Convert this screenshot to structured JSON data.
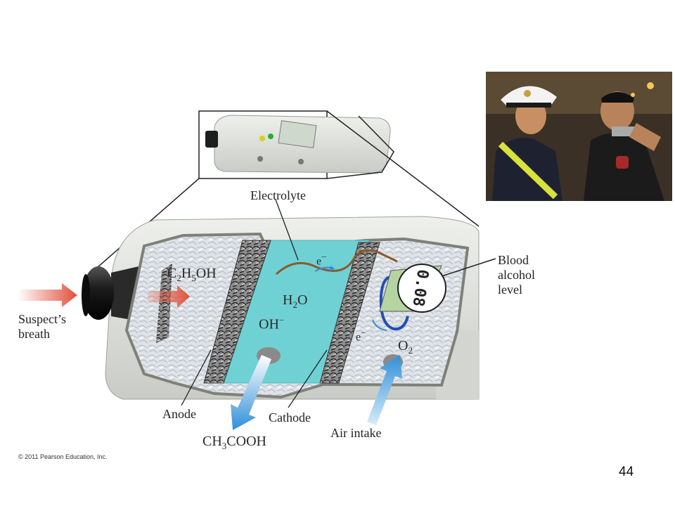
{
  "labels": {
    "electrolyte": "Electrolyte",
    "blood_alcohol": [
      "Blood",
      "alcohol",
      "level"
    ],
    "suspect_breath": [
      "Suspect’s",
      "breath"
    ],
    "anode": "Anode",
    "cathode": "Cathode",
    "air_intake": "Air intake"
  },
  "chemicals": {
    "ethanol": {
      "main": "C",
      "s1": "2",
      "m2": "H",
      "s2": "5",
      "m3": "OH"
    },
    "water": {
      "main": "H",
      "s1": "2",
      "m2": "O"
    },
    "hydroxide": {
      "main": "OH",
      "sup": "−"
    },
    "electron": {
      "main": "e",
      "sup": "−"
    },
    "oxygen": {
      "main": "O",
      "s1": "2"
    },
    "acetic_acid": {
      "main": "CH",
      "s1": "3",
      "m2": "COOH"
    }
  },
  "display_reading": "0.08",
  "copyright": "© 2011 Pearson Education, Inc.",
  "page_number": "44",
  "colors": {
    "electrolyte": "#6fd1d4",
    "breath_arrow": "#e0503a",
    "air_arrow": "#2f8fd8",
    "device_body": "#e2e4e0"
  }
}
